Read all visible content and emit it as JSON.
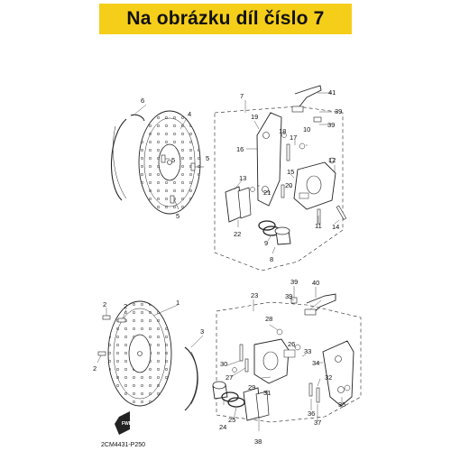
{
  "header": {
    "title": "Na obrázku díl číslo 7",
    "background": "#f5ce1a"
  },
  "diagram": {
    "footer_code": "2CM4431-P250",
    "direction_mark": "FWD",
    "part_labels": {
      "p1": "1",
      "p2a": "2",
      "p2b": "2",
      "p3": "3",
      "p4": "4",
      "p5a": "5",
      "p5b": "5",
      "p5c": "5",
      "p6": "6",
      "p7": "7",
      "p8": "8",
      "p9": "9",
      "p10": "10",
      "p11": "11",
      "p12": "12",
      "p13": "13",
      "p14": "14",
      "p15": "15",
      "p16": "16",
      "p17": "17",
      "p18": "18",
      "p19": "19",
      "p20": "20",
      "p21": "21",
      "p22": "22",
      "p23": "23",
      "p24": "24",
      "p25": "25",
      "p26": "26",
      "p27": "27",
      "p28": "28",
      "p29": "29",
      "p30": "30",
      "p31": "31",
      "p32": "32",
      "p33": "33",
      "p34": "34",
      "p35": "35",
      "p36": "36",
      "p37": "37",
      "p38": "38",
      "p39a": "39",
      "p39b": "39",
      "p39c": "39",
      "p39d": "39",
      "p40": "40",
      "p41": "41"
    },
    "line_color": "#222222",
    "highlight_color": "#f5ce1a"
  }
}
